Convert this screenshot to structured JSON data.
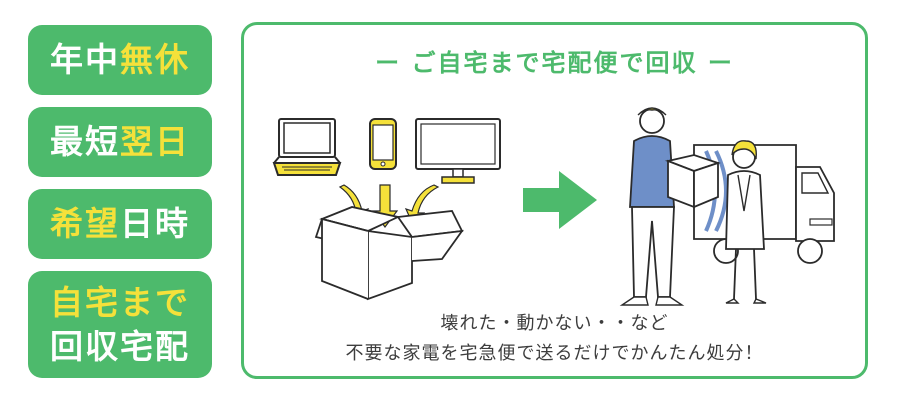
{
  "badges": [
    {
      "parts": [
        {
          "text": "年中",
          "highlight": false
        },
        {
          "text": "無休",
          "highlight": true
        }
      ]
    },
    {
      "parts": [
        {
          "text": "最短",
          "highlight": false
        },
        {
          "text": "翌日",
          "highlight": true
        }
      ]
    },
    {
      "parts": [
        {
          "text": "希望",
          "highlight": true
        },
        {
          "text": "日時",
          "highlight": false
        }
      ]
    },
    {
      "line1": "自宅まで",
      "line2": "回収宅配"
    }
  ],
  "panel": {
    "title": "ー ご自宅まで宅配便で回収 ー",
    "caption_line1": "壊れた・動かない・・など",
    "caption_line2": "不要な家電を宅急便で送るだけでかんたん処分！"
  },
  "colors": {
    "green": "#4dba6c",
    "yellow": "#f5e13a",
    "blue": "#6e8fc8",
    "line": "#2b2b2b"
  },
  "icons": [
    "laptop-icon",
    "smartphone-icon",
    "monitor-icon",
    "cardboard-box-icon",
    "right-arrow-icon",
    "delivery-scene-icon"
  ]
}
